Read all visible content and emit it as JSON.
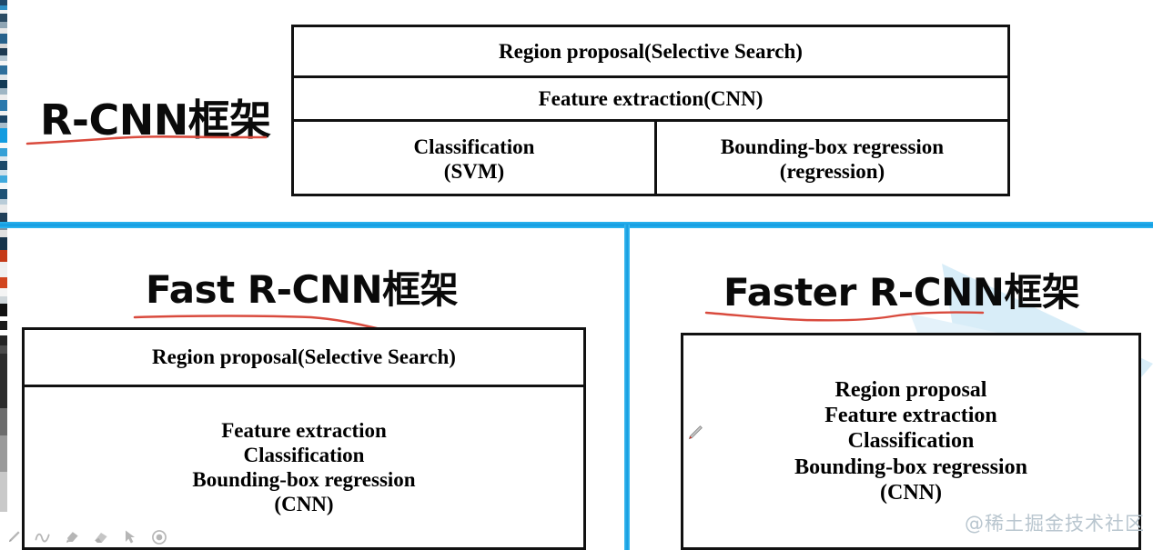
{
  "slide": {
    "background_color": "#ffffff",
    "divider_color": "#139CE0",
    "underline_color": "#d94a3d",
    "box_border_color": "#111111"
  },
  "panels": {
    "rcnn": {
      "heading": "R-CNN框架",
      "rows": [
        {
          "cells": [
            {
              "lines": [
                "Region proposal(Selective Search)"
              ]
            }
          ]
        },
        {
          "cells": [
            {
              "lines": [
                "Feature extraction(CNN)"
              ]
            }
          ]
        },
        {
          "cells": [
            {
              "lines": [
                "Classification",
                "(SVM)"
              ]
            },
            {
              "lines": [
                "Bounding-box regression",
                "(regression)"
              ]
            }
          ]
        }
      ]
    },
    "fast_rcnn": {
      "heading": "Fast R-CNN框架",
      "rows": [
        {
          "cells": [
            {
              "lines": [
                "Region proposal(Selective Search)"
              ]
            }
          ]
        },
        {
          "cells": [
            {
              "lines": [
                "Feature extraction",
                "Classification",
                "Bounding-box regression",
                "(CNN)"
              ]
            }
          ]
        }
      ]
    },
    "faster_rcnn": {
      "heading": "Faster R-CNN框架",
      "rows": [
        {
          "cells": [
            {
              "lines": [
                "Region proposal",
                "Feature extraction",
                "Classification",
                "Bounding-box regression",
                "(CNN)"
              ]
            }
          ]
        }
      ]
    }
  },
  "watermark": {
    "text": "@稀土掘金技术社区"
  },
  "annotation_toolbar": {
    "tools": [
      {
        "icon": "pen-icon"
      },
      {
        "icon": "freehand-squiggle-icon"
      },
      {
        "icon": "highlighter-icon"
      },
      {
        "icon": "eraser-icon"
      },
      {
        "icon": "pointer-arrow-icon"
      },
      {
        "icon": "record-target-icon"
      }
    ]
  },
  "cursor": {
    "icon": "pen-cursor-icon"
  },
  "edge_strip_segments": [
    {
      "color": "#1f4a6b",
      "height": 6
    },
    {
      "color": "#2f8fc4",
      "height": 5
    },
    {
      "color": "#f2f2f2",
      "height": 4
    },
    {
      "color": "#2b4b63",
      "height": 9
    },
    {
      "color": "#8fa5b4",
      "height": 7
    },
    {
      "color": "#e8e8e8",
      "height": 6
    },
    {
      "color": "#27628c",
      "height": 11
    },
    {
      "color": "#d8d8d8",
      "height": 5
    },
    {
      "color": "#1d3a52",
      "height": 8
    },
    {
      "color": "#b6c8d4",
      "height": 6
    },
    {
      "color": "#f5f5f5",
      "height": 5
    },
    {
      "color": "#2d6f9c",
      "height": 10
    },
    {
      "color": "#dfe6ea",
      "height": 6
    },
    {
      "color": "#123a55",
      "height": 9
    },
    {
      "color": "#9fb6c4",
      "height": 7
    },
    {
      "color": "#ededed",
      "height": 6
    },
    {
      "color": "#2a79ad",
      "height": 12
    },
    {
      "color": "#f0f0f0",
      "height": 5
    },
    {
      "color": "#1b4566",
      "height": 8
    },
    {
      "color": "#a8bdcb",
      "height": 6
    },
    {
      "color": "#139CE0",
      "height": 16
    },
    {
      "color": "#f7f7f7",
      "height": 6
    },
    {
      "color": "#35a0d6",
      "height": 9
    },
    {
      "color": "#dde7ed",
      "height": 5
    },
    {
      "color": "#1c4a6a",
      "height": 10
    },
    {
      "color": "#cfe0ea",
      "height": 6
    },
    {
      "color": "#3fa9dd",
      "height": 8
    },
    {
      "color": "#f2f6f8",
      "height": 7
    },
    {
      "color": "#1e5275",
      "height": 11
    },
    {
      "color": "#b9ccd8",
      "height": 6
    },
    {
      "color": "#eaeaea",
      "height": 9
    },
    {
      "color": "#203f58",
      "height": 12
    },
    {
      "color": "#7f96a5",
      "height": 7
    },
    {
      "color": "#e0e0e0",
      "height": 8
    },
    {
      "color": "#17344b",
      "height": 14
    },
    {
      "color": "#c53a18",
      "height": 13
    },
    {
      "color": "#efefef",
      "height": 7
    },
    {
      "color": "#f0f0f0",
      "height": 10
    },
    {
      "color": "#d1451f",
      "height": 12
    },
    {
      "color": "#f4f4f4",
      "height": 9
    },
    {
      "color": "#cfd6da",
      "height": 8
    },
    {
      "color": "#111111",
      "height": 14
    },
    {
      "color": "#ffffff",
      "height": 5
    },
    {
      "color": "#1a1a1a",
      "height": 10
    },
    {
      "color": "#fbfbfb",
      "height": 6
    },
    {
      "color": "#232323",
      "height": 11
    },
    {
      "color": "#4b4b4b",
      "height": 9
    },
    {
      "color": "#2c2c2c",
      "height": 60
    },
    {
      "color": "#6c6c6c",
      "height": 30
    },
    {
      "color": "#9a9a9a",
      "height": 40
    },
    {
      "color": "#c9c9c9",
      "height": 44
    }
  ]
}
